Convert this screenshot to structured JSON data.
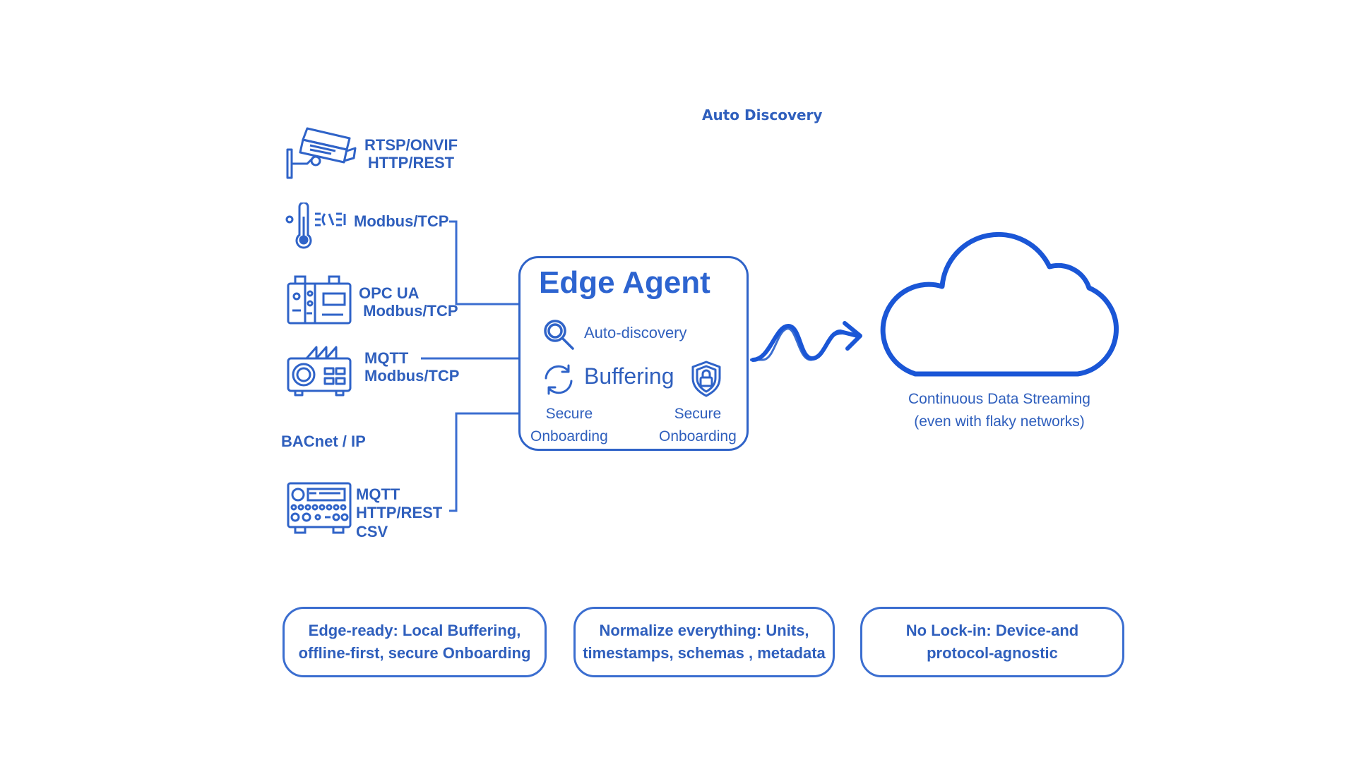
{
  "header": {
    "auto_discovery": "Auto Discovery"
  },
  "devices": [
    {
      "icon": "security-camera-icon",
      "protocols": "RTSP/ONVIF\nHTTP/REST"
    },
    {
      "icon": "thermometer-sensor-icon",
      "protocols": "Modbus/TCP"
    },
    {
      "icon": "plc-controller-icon",
      "protocols": "OPC UA\n Modbus/TCP"
    },
    {
      "icon": "factory-machine-icon",
      "protocols": "MQTT\nModbus/TCP"
    },
    {
      "icon": "control-panel-icon",
      "protocols": "MQTT\nHTTP/REST\nCSV"
    }
  ],
  "bacnet_label": "BACnet / IP",
  "agent": {
    "title": "Edge Agent",
    "auto_discovery": "Auto-discovery",
    "buffering": "Buffering",
    "secure_left": "Secure\nOnboarding",
    "secure_right": "Secure\nOnboarding"
  },
  "cloud": {
    "caption": "Continuous Data Streaming\n(even with flaky networks)"
  },
  "features": [
    {
      "text": "Edge-ready: Local Buffering,\noffline-first, secure Onboarding"
    },
    {
      "text": "Normalize everything: Units,\ntimestamps, schemas , metadata"
    },
    {
      "text": "No Lock-in: Device-and\nprotocol-agnostic"
    }
  ],
  "colors": {
    "primary": "#2f5fbd",
    "accent": "#1a56d6"
  }
}
